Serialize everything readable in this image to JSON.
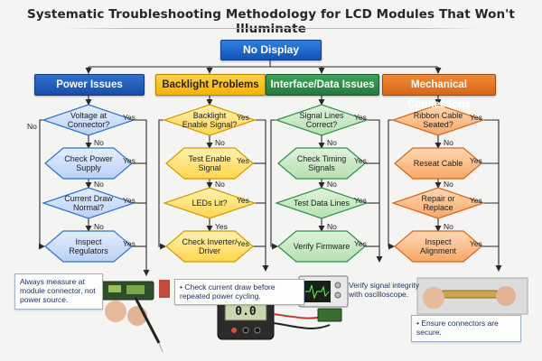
{
  "title": "Systematic Troubleshooting Methodology for LCD Modules That Won't Illuminate",
  "root": "No Display",
  "columns": {
    "power": {
      "header": "Power Issues",
      "nodes": [
        "Voltage at Connector?",
        "Check Power Supply",
        "Current Draw Normal?",
        "Inspect Regulators"
      ]
    },
    "backlight": {
      "header": "Backlight Problems",
      "nodes": [
        "Backlight Enable Signal?",
        "Test Enable Signal",
        "LEDs Lit?",
        "Check Inverter/ Driver"
      ]
    },
    "interface": {
      "header": "Interface/Data Issues",
      "nodes": [
        "Signal Lines Correct?",
        "Check Timing Signals",
        "Test Data Lines",
        "Verify Firmware"
      ]
    },
    "mechanical": {
      "header": "Mechanical Connections",
      "nodes": [
        "Ribbon Cable Seated?",
        "Reseat Cable",
        "Repair or Replace",
        "Inspect Alignment"
      ]
    }
  },
  "labels": {
    "yes": "Yes",
    "no": "No"
  },
  "notes": {
    "power": "Always measure at module connector, not power source.",
    "backlight": "• Check current draw before repeated power cycling.",
    "interface": "Verify signal integrity with oscilloscope.",
    "mechanical": "• Ensure connectors are secure."
  },
  "meter_readout": "0.0",
  "colors": {
    "power": "#2f6fcf",
    "backlight": "#f1b400",
    "interface": "#2f8f4a",
    "mechanical": "#e0762a",
    "root": "#1a62c8"
  }
}
